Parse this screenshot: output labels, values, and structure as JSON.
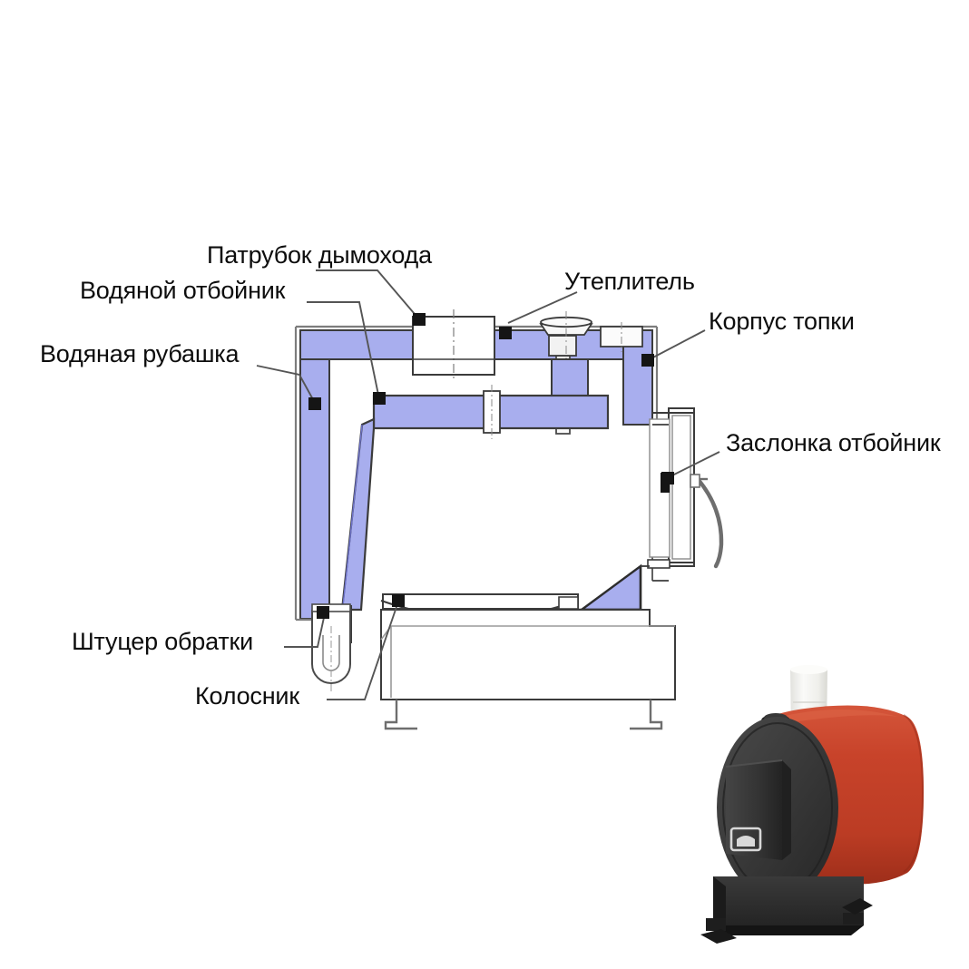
{
  "figure": {
    "kind": "technical-cross-section-diagram",
    "subject": "Solid fuel water-jacket boiler cut-away with product photo"
  },
  "labels": {
    "smoke_pipe": "Патрубок дымохода",
    "water_baffle": "Водяной отбойник",
    "water_jacket": "Водяная рубашка",
    "insulation": "Утеплитель",
    "firebox_body": "Корпус топки",
    "damper": "Заслонка отбойник",
    "return_fitting": "Штуцер обратки",
    "grate": "Колосник"
  },
  "colors": {
    "water_jacket_fill": "#A8AEEE",
    "water_jacket_fill_dark": "#9097DF",
    "outline": "#3b3b3b",
    "outline_light": "#8a8a8a",
    "marker": "#151515",
    "leader": "#555555",
    "label_text": "#0d0d0d",
    "boiler_body": "#C8432A",
    "boiler_body_shade": "#A8321E",
    "boiler_front": "#3A3A3A",
    "boiler_front_dark": "#2B2B2B",
    "boiler_stand": "#2E2E2E",
    "chimney": "#F2F2F0",
    "background": "#FFFFFF"
  },
  "photo": {
    "alt": "Цилиндрический котёл длительного горения",
    "body_shape": "horizontal-cylinder",
    "door_shape": "square-front-door",
    "chimney": "vertical-white-pipe",
    "stand": "black-rectangular-base-with-feet",
    "knobs": 2
  }
}
